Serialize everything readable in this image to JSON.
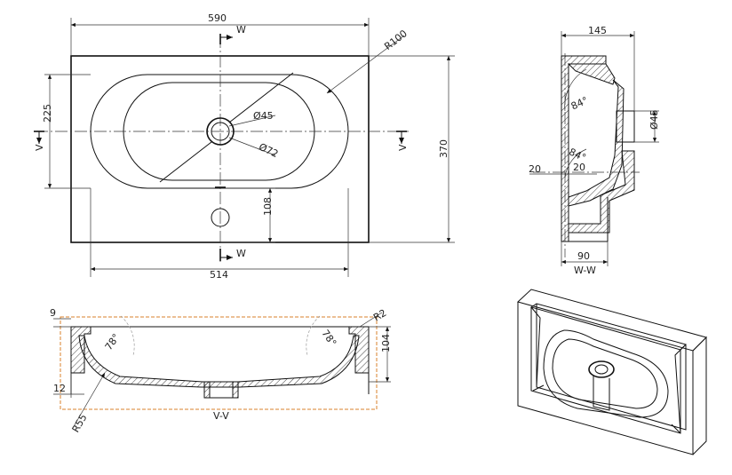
{
  "top_view": {
    "width_overall": "590",
    "width_basin": "514",
    "height_overall": "370",
    "height_basin": "225",
    "drain_offset": "108",
    "radius": "R100",
    "drain_inner": "Ø45",
    "drain_outer": "Ø72",
    "section_w": "W",
    "section_v": "V"
  },
  "side_view": {
    "depth": "145",
    "bottom": "90",
    "drain": "Ø45",
    "angle_top": "84°",
    "angle_bottom": "84°",
    "wall_a": "20",
    "wall_b": "20",
    "caption": "W-W"
  },
  "section_view": {
    "rim": "9",
    "base": "12",
    "height": "104",
    "radius_small": "R2",
    "radius_large": "R55",
    "angle_left": "78°",
    "angle_right": "78°",
    "caption": "V-V"
  }
}
